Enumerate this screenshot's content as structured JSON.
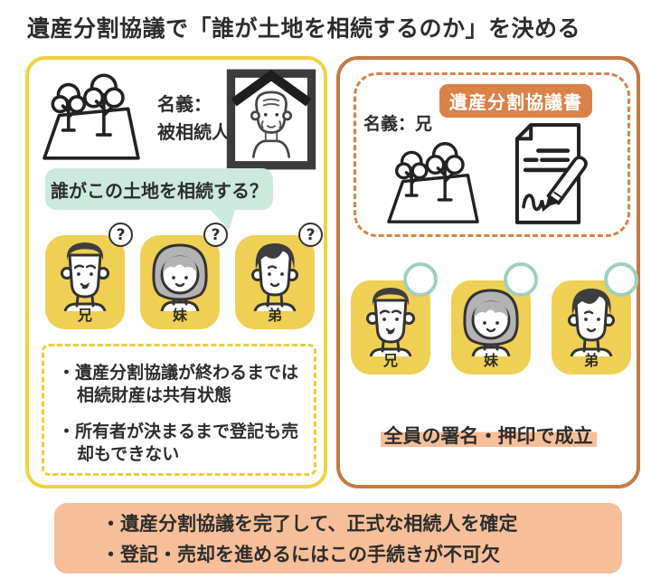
{
  "title": "遺産分割協議で「誰が土地を相続するのか」を決める",
  "heirs": [
    {
      "label": "兄"
    },
    {
      "label": "妹"
    },
    {
      "label": "弟"
    }
  ],
  "left_panel": {
    "owner_label": "名義：",
    "owner_value": "被相続人",
    "bubble_text": "誰がこの土地を相続する？",
    "question_badge": "?",
    "notes": [
      "・遺産分割協議が終わるまでは相続財産は共有状態",
      "・所有者が決まるまで登記も売却もできない"
    ]
  },
  "right_panel": {
    "document_badge": "遺産分割協議書",
    "owner_text": "名義：兄",
    "result_text": "全員の署名・押印で成立"
  },
  "footer": {
    "bullets": [
      "・遺産分割協議を完了して、正式な相続人を確定",
      "・登記・売却を進めるにはこの手続きが不可欠"
    ]
  },
  "icons": {
    "land": "land-plot-trees-icon",
    "portrait": "memorial-portrait-icon",
    "document": "signed-document-pen-icon",
    "question": "question-mark-badge-icon",
    "stamp": "stamp-circle-icon"
  },
  "colors": {
    "panel_yellow": "#F2D141",
    "panel_orange": "#C6793F",
    "badge_orange": "#DB8148",
    "highlight_peach": "#F6BF99",
    "bubble_mint": "#CBE9DC",
    "card_yellow": "#EFD054",
    "stamp_teal": "#9FD0BE",
    "text": "#2D2D2D"
  }
}
